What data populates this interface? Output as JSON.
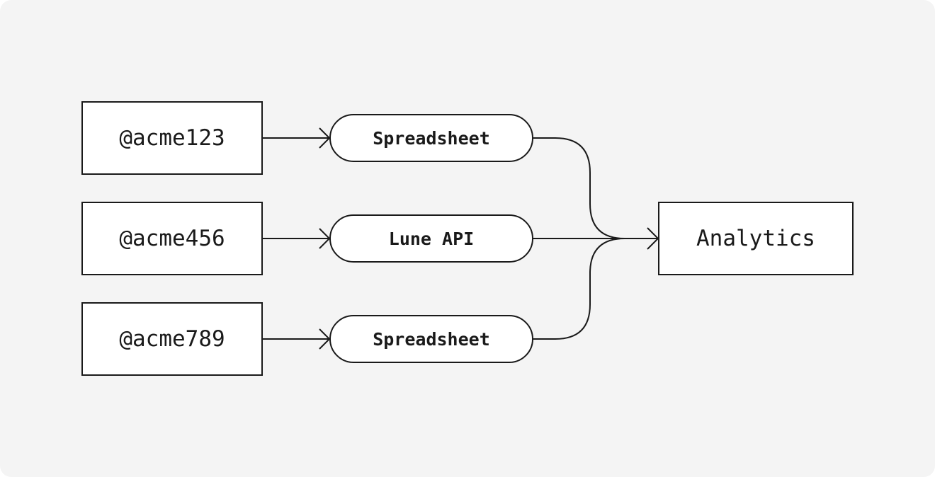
{
  "diagram": {
    "sources": [
      {
        "label": "@acme123"
      },
      {
        "label": "@acme456"
      },
      {
        "label": "@acme789"
      }
    ],
    "connectors": [
      {
        "label": "Spreadsheet"
      },
      {
        "label": "Lune API"
      },
      {
        "label": "Spreadsheet"
      }
    ],
    "destination": {
      "label": "Analytics"
    }
  },
  "colors": {
    "background": "#f4f4f4",
    "node_fill": "#ffffff",
    "stroke": "#1a1a1a"
  }
}
